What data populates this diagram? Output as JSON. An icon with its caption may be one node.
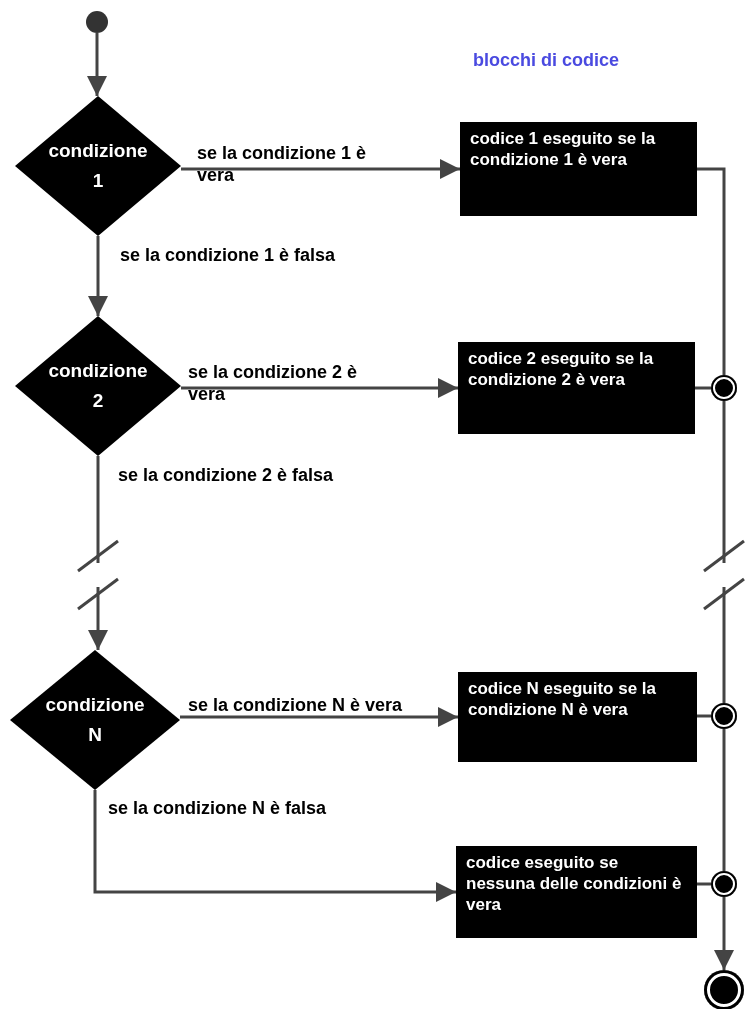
{
  "diagram": {
    "nodes": [
      {
        "text": [],
        "shape": "circle"
      },
      {
        "text": [
          "condizione 1"
        ]
      },
      {
        "text": [
          "condizione 2"
        ]
      },
      {
        "text": [
          "condizione N"
        ]
      },
      {
        "text": [
          "codice 1 eseguito se la condizione 1 è vera"
        ]
      },
      {
        "text": [
          "codice 2 eseguito se la condizione 2 è vera"
        ]
      },
      {
        "text": [
          "codice N eseguito se la condizione N è vera"
        ]
      },
      {
        "text": [
          "codice eseguito se nessuna delle condizioni è vera"
        ]
      },
      {
        "text": [],
        "shape": "circle"
      },
      {
        "text": [],
        "shape": "circle"
      },
      {
        "text": [],
        "shape": "circle"
      },
      {
        "text": [],
        "shape": "circle"
      }
    ],
    "edges": [
      {
        "from": 0,
        "to": 1,
        "arrow": "to"
      },
      {
        "from": 1,
        "to": 4,
        "arrow": "to",
        "label": "se la condizione 1 è vera"
      },
      {
        "from": 1,
        "to": 2,
        "arrow": "to",
        "label": "se la condizione 1 è falsa"
      },
      {
        "from": 2,
        "to": 5,
        "arrow": "to",
        "label": "se la condizione 2 è vera"
      },
      {
        "from": 2,
        "to": 3,
        "arrow": "to",
        "label": "se la condizione 2 è falsa"
      },
      {
        "from": 3,
        "to": 6,
        "arrow": "to",
        "label": "se la condizione N è vera"
      },
      {
        "from": 3,
        "to": 7,
        "arrow": "to",
        "label": "se la condizione N è falsa"
      },
      {
        "from": 4,
        "to": 8,
        "arrow": "none"
      },
      {
        "from": 5,
        "to": 8,
        "arrow": "none"
      },
      {
        "from": 8,
        "to": 9,
        "arrow": "none"
      },
      {
        "from": 6,
        "to": 9,
        "arrow": "none"
      },
      {
        "from": 9,
        "to": 10,
        "arrow": "none"
      },
      {
        "from": 7,
        "to": 10,
        "arrow": "none"
      },
      {
        "from": 10,
        "to": 11,
        "arrow": "to"
      }
    ],
    "labels": [
      "blocchi di codice"
    ]
  }
}
